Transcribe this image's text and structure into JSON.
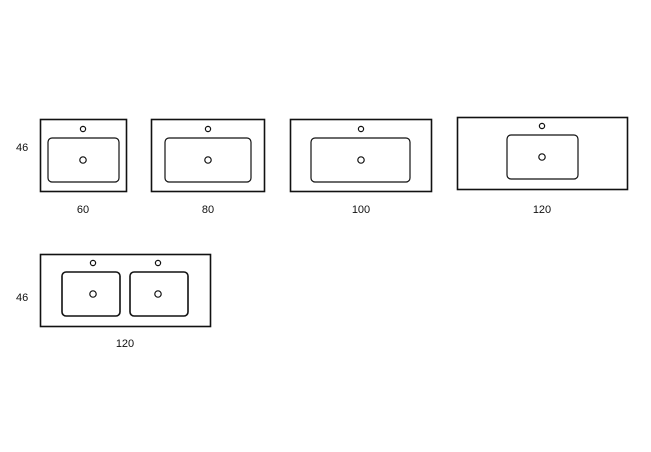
{
  "colors": {
    "stroke": "#111111",
    "background": "#ffffff"
  },
  "diagram": {
    "row1": {
      "depth_label": "46",
      "items": [
        {
          "width_label": "60",
          "bowls": 1
        },
        {
          "width_label": "80",
          "bowls": 1
        },
        {
          "width_label": "100",
          "bowls": 1
        },
        {
          "width_label": "120",
          "bowls": 1
        }
      ]
    },
    "row2": {
      "depth_label": "46",
      "items": [
        {
          "width_label": "120",
          "bowls": 2
        }
      ]
    }
  }
}
